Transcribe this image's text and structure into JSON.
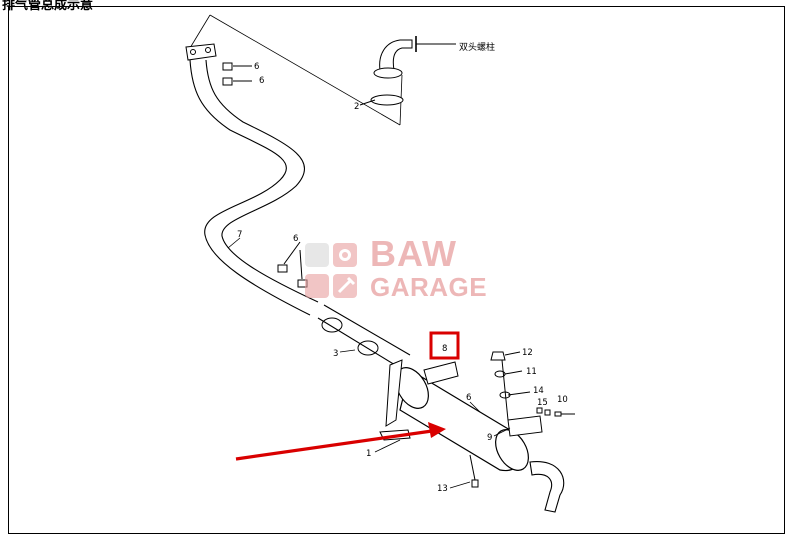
{
  "header": {
    "title": "排气管总成示意"
  },
  "callouts": {
    "c1": "1",
    "c2": "2",
    "c3": "3",
    "c6a": "6",
    "c6b": "6",
    "c6c": "6",
    "c6d": "6",
    "c7": "7",
    "c8": "8",
    "c9": "9",
    "c10": "10",
    "c11": "11",
    "c12": "12",
    "c13": "13",
    "c14": "14",
    "c15": "15",
    "stud_label": "双头螺柱"
  },
  "watermark": {
    "line1": "BAW",
    "line2": "GARAGE"
  },
  "annotation": {
    "highlight_color": "#d90000",
    "arrow_color": "#d90000"
  }
}
